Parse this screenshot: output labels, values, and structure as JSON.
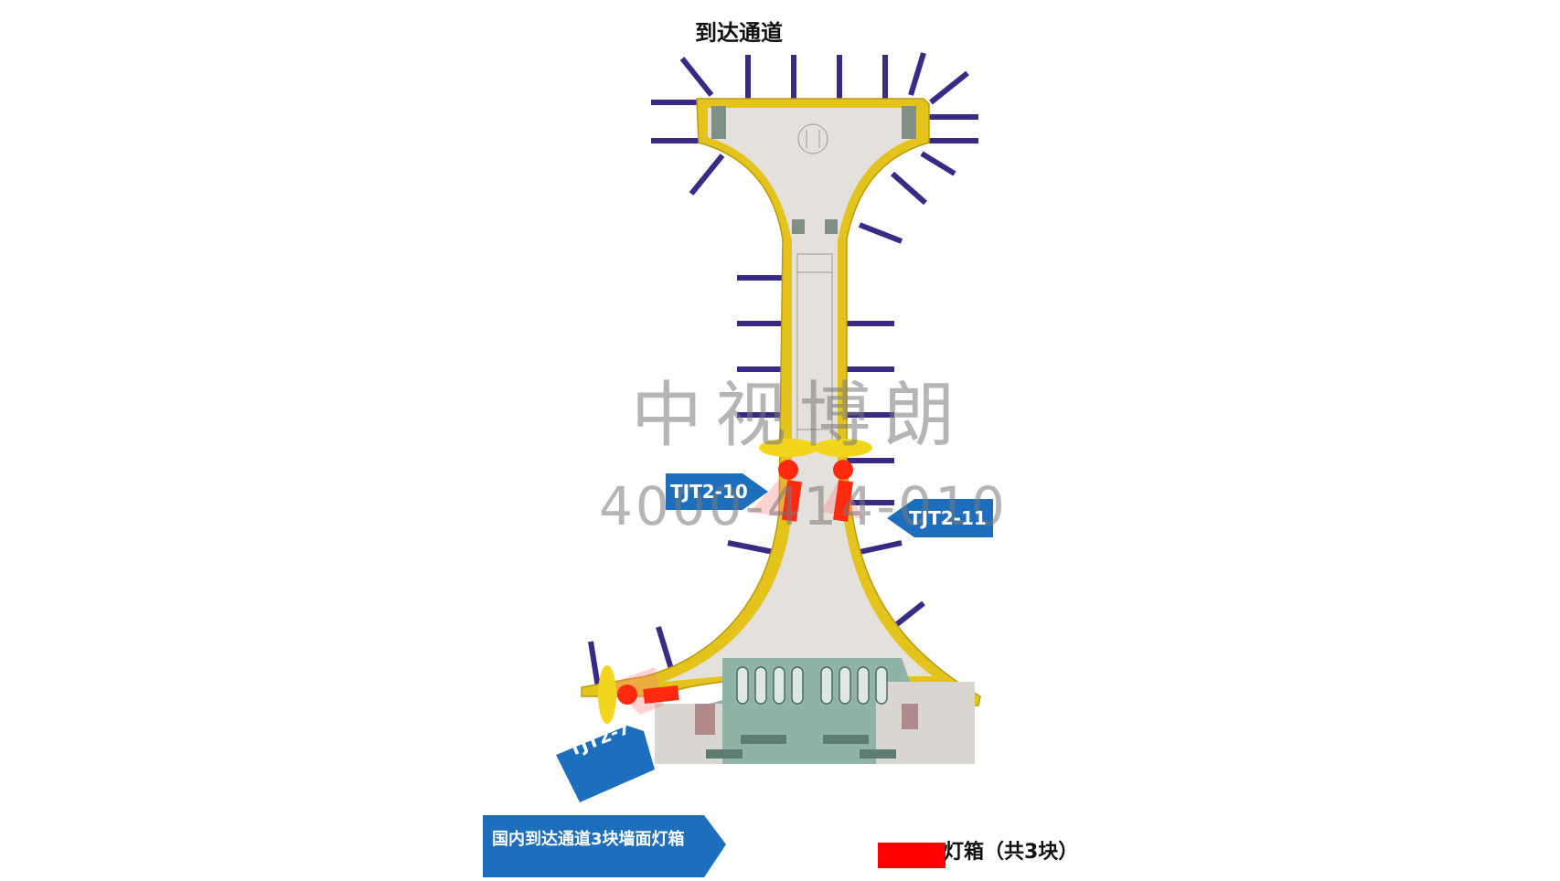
{
  "title": "到达通道",
  "watermark": {
    "name": "中视博朗",
    "phone": "4000-414-010"
  },
  "lightbox_tags": [
    {
      "id": "TJT2-10"
    },
    {
      "id": "TJT2-11"
    },
    {
      "id": "TJT2-7"
    }
  ],
  "banner": {
    "label": "国内到达通道3块墙面灯箱"
  },
  "legend": {
    "label": "灯箱（共3块）",
    "swatch_color": "#ff0000"
  },
  "colors": {
    "terminal_outline": "#e3c31c",
    "floor": "#e4e1dc",
    "boarding_bridges": "#3a2a85",
    "tag_blue": "#1d6fbe",
    "lightbox_red": "#ff0000",
    "marker_yellow": "#f2d51c",
    "baggage_area": "#8fb3a7"
  }
}
